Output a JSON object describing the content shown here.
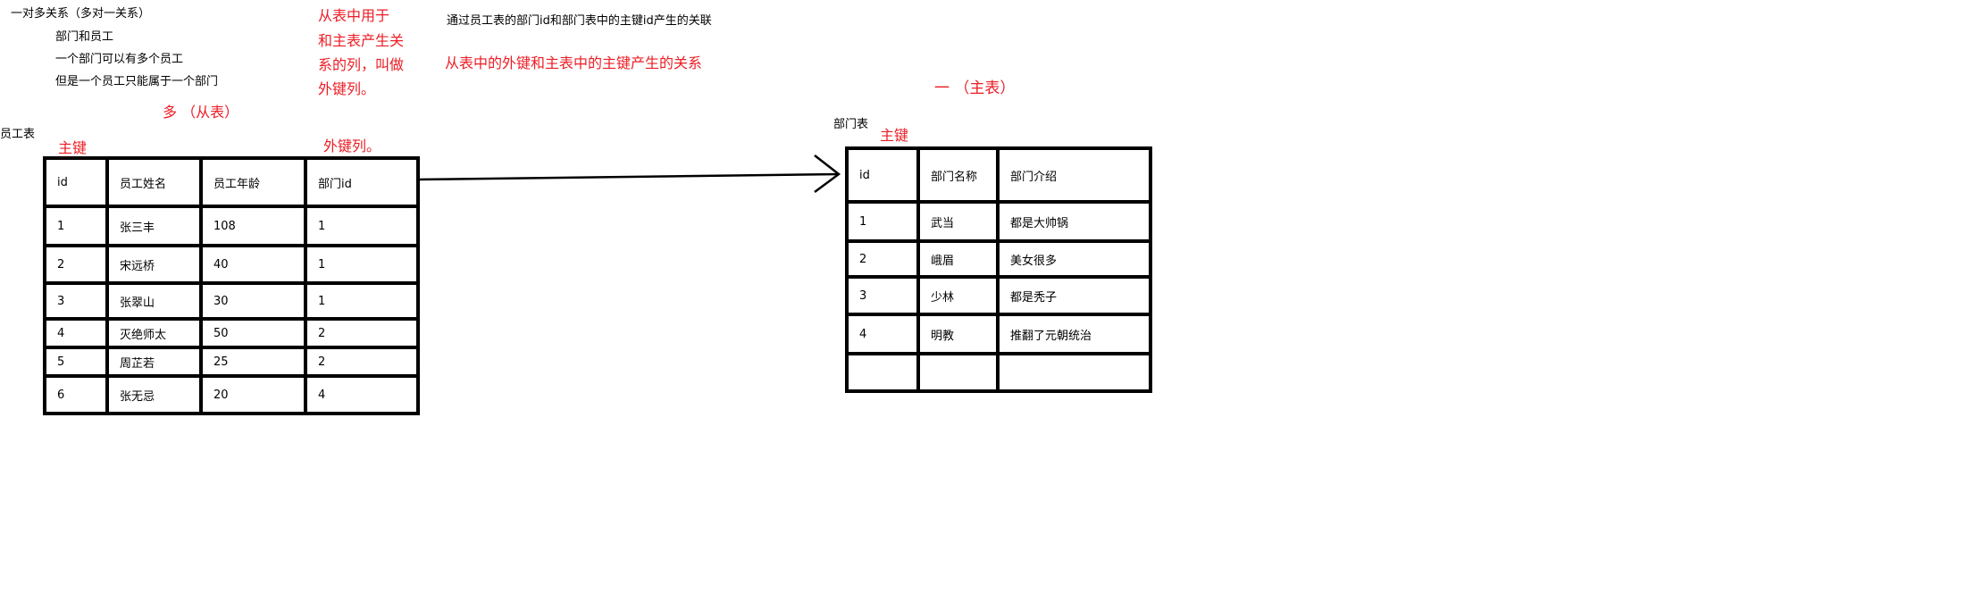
{
  "notes": {
    "title": "一对多关系（多对一关系）",
    "line1": "部门和员工",
    "line2": "一个部门可以有多个员工",
    "line3": "但是一个员工只能属于一个部门"
  },
  "labels": {
    "many_slave": "多 （从表）",
    "one_master": "一 （主表）",
    "emp_table_name": "员工表",
    "dept_table_name": "部门表",
    "emp_primary_key": "主键",
    "dept_primary_key": "主键",
    "foreign_key_col": "外键列。",
    "fk_desc": [
      "从表中用于",
      "和主表产生关",
      "系的列，叫做",
      "外键列。"
    ],
    "relation_black": "通过员工表的部门id和部门表中的主键id产生的关联",
    "relation_red": "从表中的外键和主表中的主键产生的关系"
  },
  "employee_table": {
    "headers": [
      "id",
      "员工姓名",
      "员工年龄",
      "部门id"
    ],
    "rows": [
      [
        "1",
        "张三丰",
        "108",
        "1"
      ],
      [
        "2",
        "宋远桥",
        "40",
        "1"
      ],
      [
        "3",
        "张翠山",
        "30",
        "1"
      ],
      [
        "4",
        "灭绝师太",
        "50",
        "2"
      ],
      [
        "5",
        "周芷若",
        "25",
        "2"
      ],
      [
        "6",
        "张无忌",
        "20",
        "4"
      ]
    ]
  },
  "department_table": {
    "headers": [
      "id",
      "部门名称",
      "部门介绍"
    ],
    "rows": [
      [
        "1",
        "武当",
        "都是大帅锅"
      ],
      [
        "2",
        "峨眉",
        "美女很多"
      ],
      [
        "3",
        "少林",
        "都是秃子"
      ],
      [
        "4",
        "明教",
        "推翻了元朝统治"
      ],
      [
        "",
        "",
        ""
      ]
    ]
  }
}
